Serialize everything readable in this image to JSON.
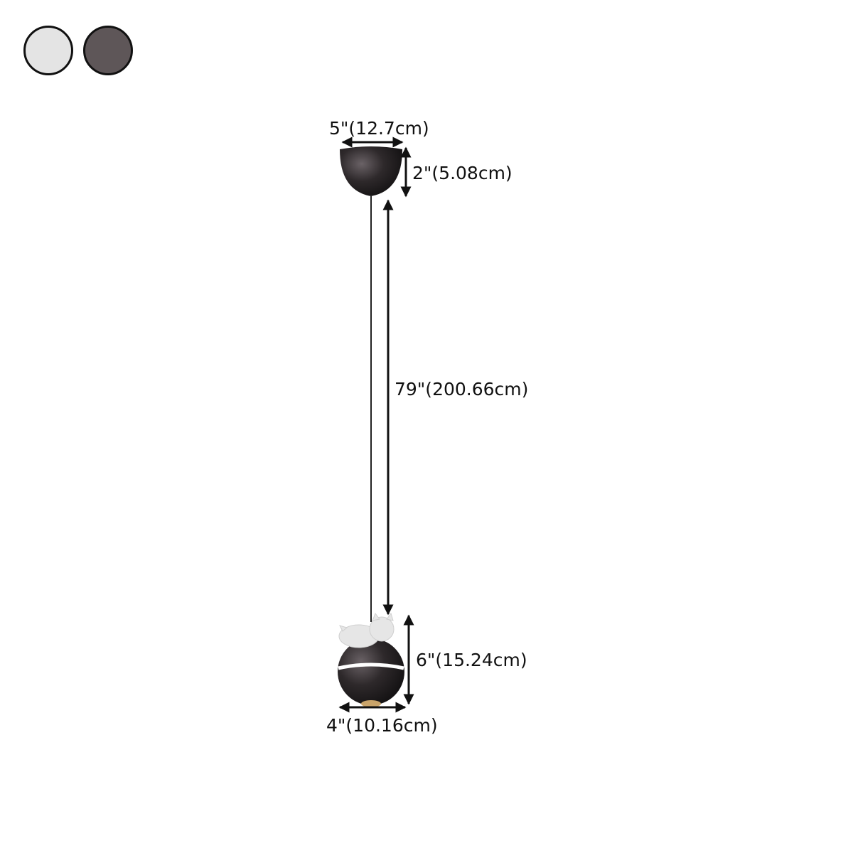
{
  "color_options": [
    {
      "name": "light-gray",
      "color": "#e4e4e4"
    },
    {
      "name": "dark-gray",
      "color": "#5e5658"
    }
  ],
  "dimensions": {
    "canopy_width": "5\"(12.7cm)",
    "canopy_height": "2\"(5.08cm)",
    "cord_length": "79\"(200.66cm)",
    "shade_height": "6\"(15.24cm)",
    "shade_width": "4\"(10.16cm)"
  }
}
